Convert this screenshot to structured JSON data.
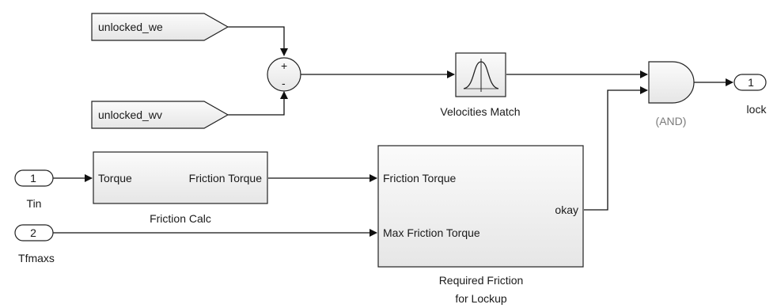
{
  "goto_tags": {
    "top": "unlocked_we",
    "bottom": "unlocked_wv"
  },
  "sum_block": {
    "top_sign": "+",
    "bottom_sign": "-"
  },
  "velocities_match": {
    "label": "Velocities Match",
    "icon": "bell-curve-icon"
  },
  "and_block": {
    "label": "(AND)"
  },
  "outport": {
    "number": "1",
    "name": "lock"
  },
  "inports": [
    {
      "number": "1",
      "name": "Tin"
    },
    {
      "number": "2",
      "name": "Tfmaxs"
    }
  ],
  "friction_calc": {
    "input_port": "Torque",
    "output_port": "Friction Torque",
    "label": "Friction Calc"
  },
  "required_friction": {
    "input_ports": [
      "Friction Torque",
      "Max Friction Torque"
    ],
    "output_port": "okay",
    "label_line1": "Required Friction",
    "label_line2": "for Lockup"
  },
  "colors": {
    "block_fill_top": "#fbfbfb",
    "block_fill_bottom": "#e6e6e6",
    "line": "#111111",
    "muted_label": "#7a7a7a"
  }
}
